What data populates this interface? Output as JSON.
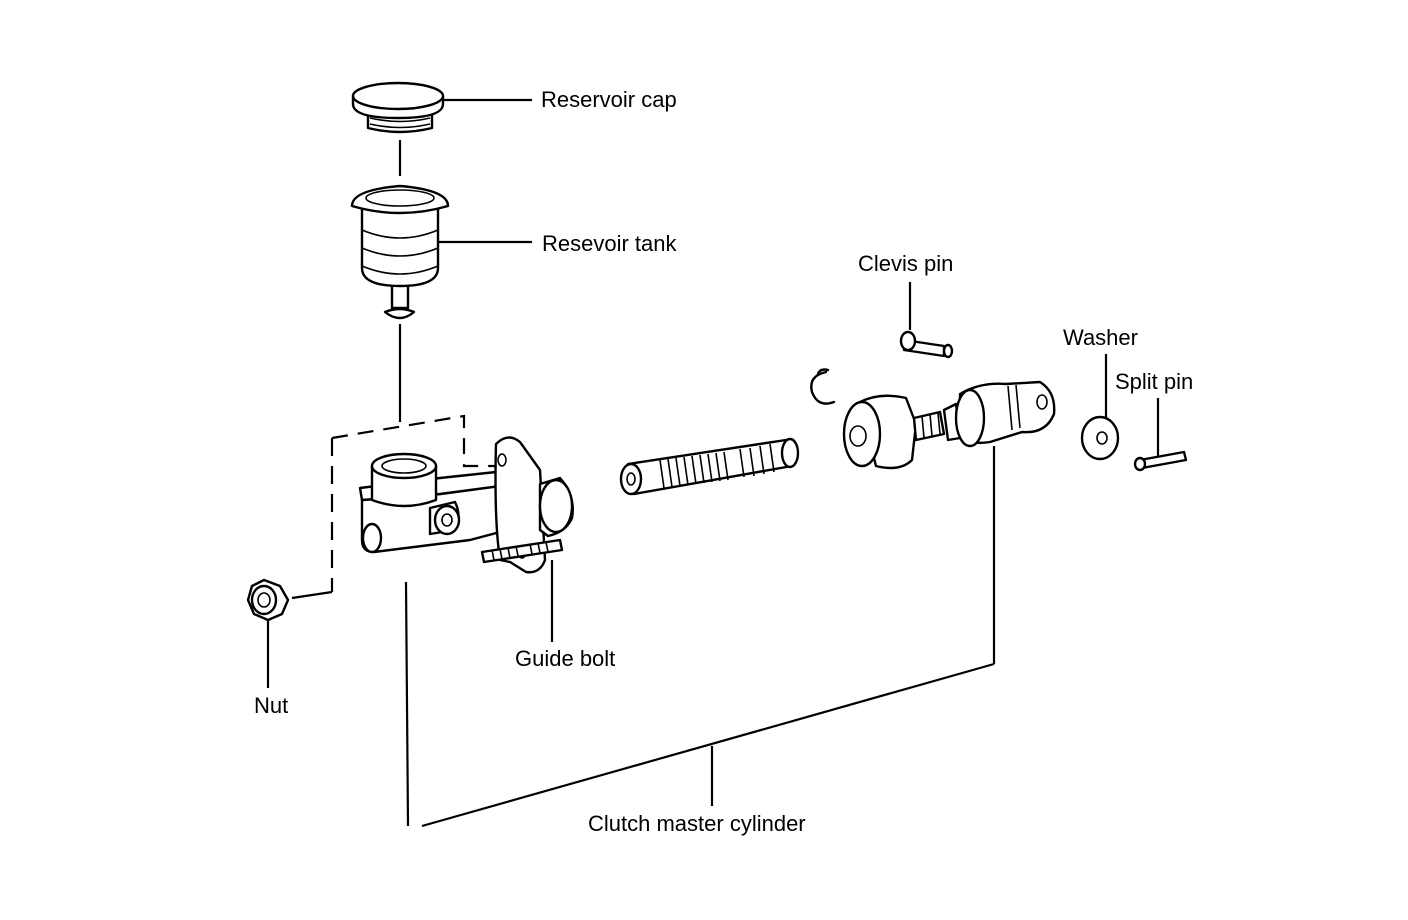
{
  "diagram": {
    "labels": {
      "reservoir_cap": "Reservoir cap",
      "reservoir_tank": "Resevoir tank",
      "clevis_pin": "Clevis pin",
      "washer": "Washer",
      "split_pin": "Split pin",
      "guide_bolt": "Guide bolt",
      "nut": "Nut",
      "clutch_master_cylinder": "Clutch master cylinder"
    },
    "colors": {
      "line": "#000000",
      "background": "#ffffff"
    }
  }
}
